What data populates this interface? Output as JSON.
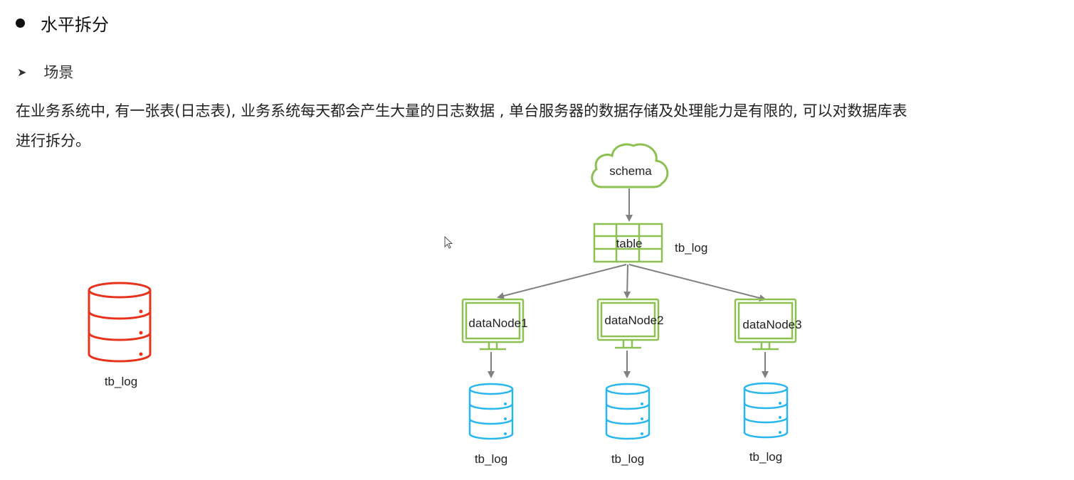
{
  "heading": "水平拆分",
  "subheading": "场景",
  "paragraph": {
    "line1": "在业务系统中, 有一张表(日志表), 业务系统每天都会产生大量的日志数据 , 单台服务器的数据存储及处理能力是有限的, 可以对数据库表",
    "line2": "进行拆分。"
  },
  "diagram": {
    "single_db_label": "tb_log",
    "schema_label": "schema",
    "table_label": "table",
    "table_name": "tb_log",
    "nodes": [
      {
        "label": "dataNode1",
        "db_label": "tb_log"
      },
      {
        "label": "dataNode2",
        "db_label": "tb_log"
      },
      {
        "label": "dataNode3",
        "db_label": "tb_log"
      }
    ],
    "colors": {
      "red": "#e8321c",
      "green": "#8cc152",
      "blue": "#29b6ef",
      "arrow": "#808080"
    },
    "icons": {
      "schema": "cloud-icon",
      "table": "table-grid-icon",
      "node": "monitor-icon",
      "db": "database-icon"
    }
  }
}
